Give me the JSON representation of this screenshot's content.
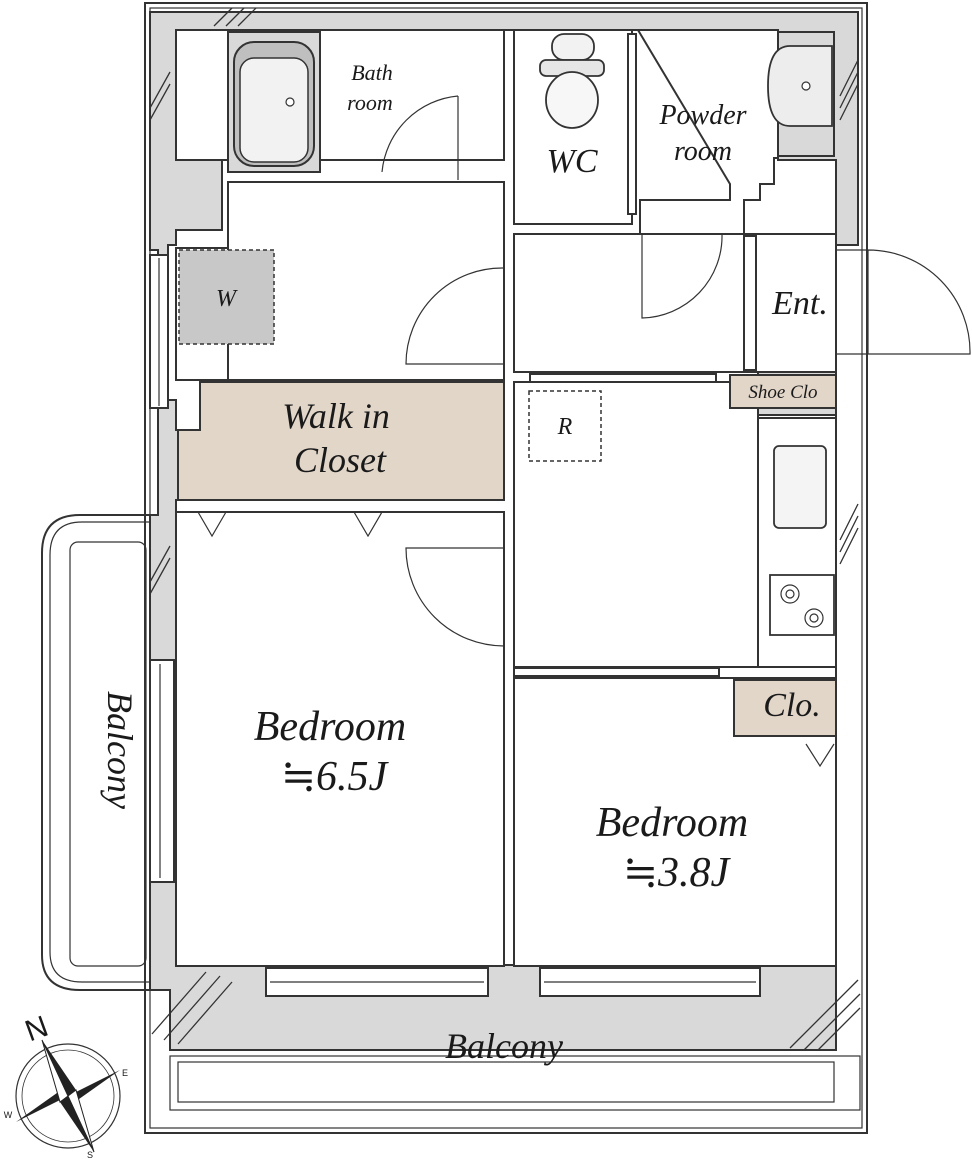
{
  "rooms": {
    "bath_line1": "Bath",
    "bath_line2": "room",
    "wc": "WC",
    "powder_line1": "Powder",
    "powder_line2": "room",
    "entrance": "Ent.",
    "shoe_closet": "Shoe Clo",
    "washer": "W",
    "refrigerator": "R",
    "walkin_line1": "Walk in",
    "walkin_line2": "Closet",
    "bedroom1_name": "Bedroom",
    "bedroom1_size": "≒6.5J",
    "bedroom2_name": "Bedroom",
    "bedroom2_size": "≒3.8J",
    "closet": "Clo.",
    "balcony_side": "Balcony",
    "balcony_bottom": "Balcony"
  },
  "compass": {
    "north": "N",
    "east": "E",
    "south": "S",
    "west": "W"
  },
  "colors": {
    "wall": "#d9d9d9",
    "closet": "#e2d6c9",
    "washer": "#c8c8c8",
    "line": "#333333"
  }
}
